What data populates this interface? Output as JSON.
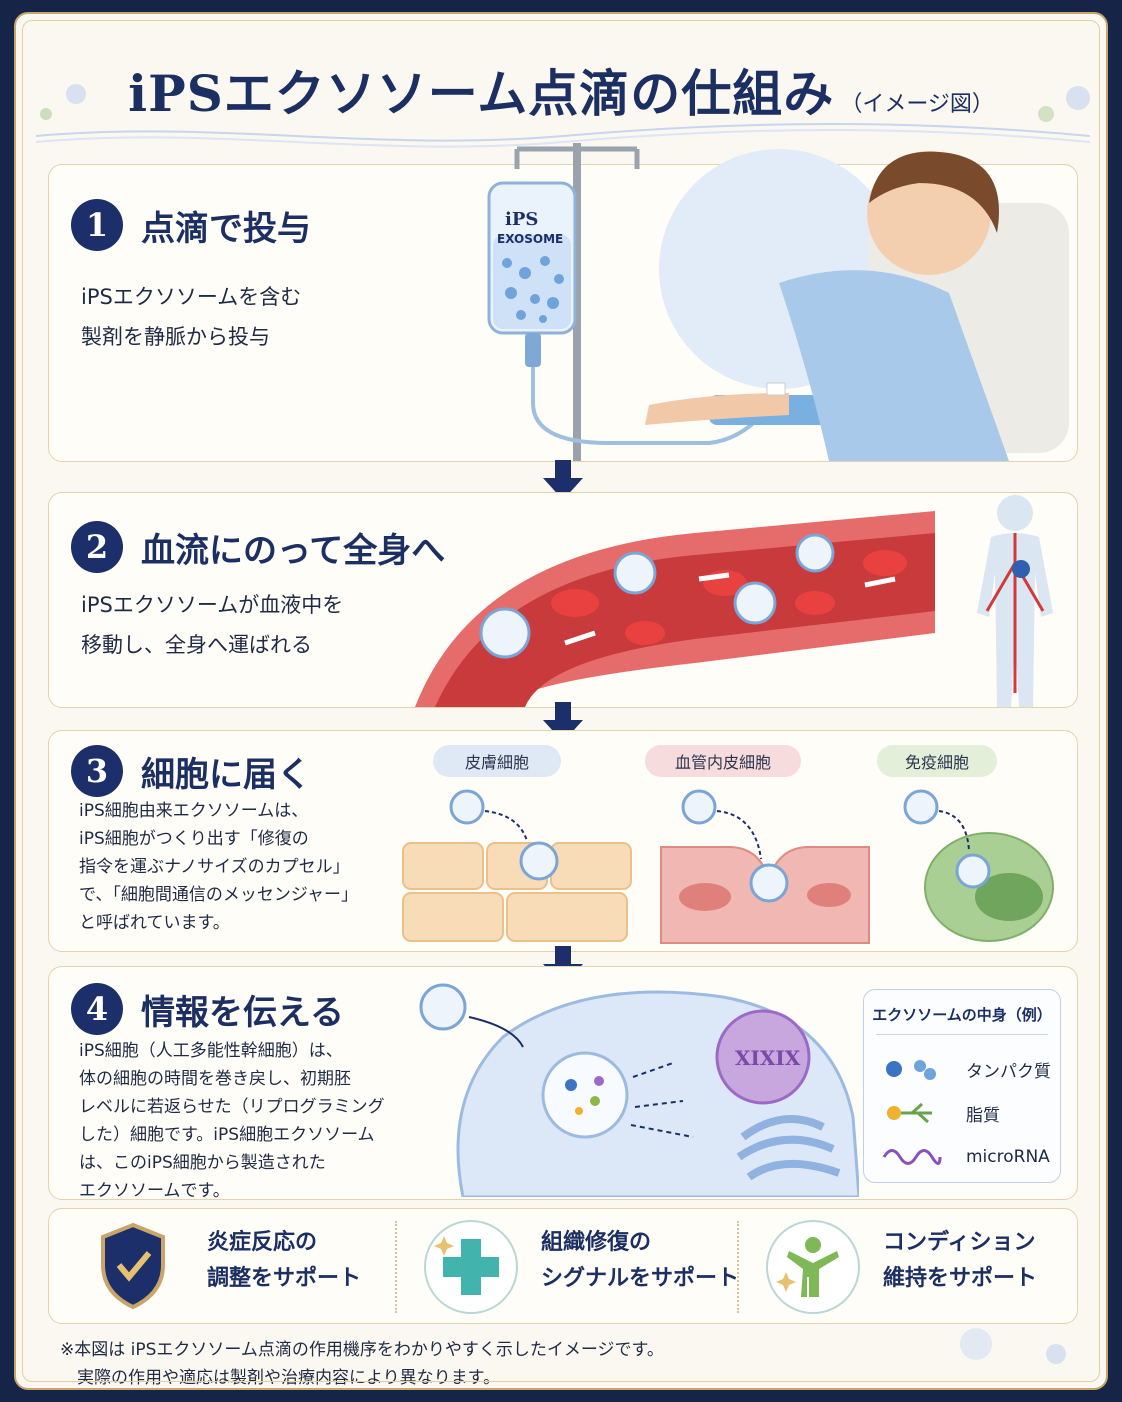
{
  "title": {
    "main": "iPSエクソソーム点滴の仕組み",
    "sub": "（イメージ図）"
  },
  "steps": [
    {
      "num": "1",
      "title": "点滴で投与",
      "desc": "iPSエクソソームを含む\n製剤を静脈から投与",
      "bag_label_1": "iPS",
      "bag_label_2": "EXOSOME"
    },
    {
      "num": "2",
      "title": "血流にのって全身へ",
      "desc": "iPSエクソソームが血液中を\n移動し、全身へ運ばれる"
    },
    {
      "num": "3",
      "title": "細胞に届く",
      "desc": "iPS細胞由来エクソソームは、\niPS細胞がつくり出す「修復の\n指令を運ぶナノサイズのカプセル」\nで、「細胞間通信のメッセンジャー」\nと呼ばれています。",
      "cells": [
        "皮膚細胞",
        "血管内皮細胞",
        "免疫細胞"
      ]
    },
    {
      "num": "4",
      "title": "情報を伝える",
      "desc": "iPS細胞（人工多能性幹細胞）は、\n体の細胞の時間を巻き戻し、初期胚\nレベルに若返らせた（リプログラミング\nした）細胞です。iPS細胞エクソソーム\nは、このiPS細胞から製造された\nエクソソームです。"
    }
  ],
  "legend": {
    "title": "エクソソームの中身（例）",
    "items": [
      "タンパク質",
      "脂質",
      "microRNA"
    ]
  },
  "benefits": [
    {
      "label": "炎症反応の\n調整をサポート",
      "icon": "shield-check-icon"
    },
    {
      "label": "組織修復の\nシグナルをサポート",
      "icon": "cross-sparkle-icon"
    },
    {
      "label": "コンディション\n維持をサポート",
      "icon": "person-sparkle-icon"
    }
  ],
  "note": "※本図は iPSエクソソーム点滴の作用機序をわかりやすく示したイメージです。\n　実際の作用や適応は製剤や治療内容により異なります。",
  "colors": {
    "navy": "#1c2f6a",
    "gold": "#c9a56a",
    "blood": "#c8323a",
    "cell_green": "#8fbf7a"
  }
}
